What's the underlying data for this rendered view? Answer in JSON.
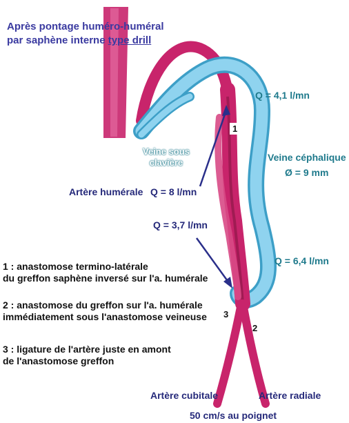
{
  "title": {
    "line1": "Après pontage huméro-huméral",
    "line2_prefix": "par saphène interne ",
    "line2_underlined": "type drill"
  },
  "labels": {
    "q_top": "Q = 4,1 l/mn",
    "veine_sous_claviere_1": "Veine sous",
    "veine_sous_claviere_2": "clavière",
    "veine_cephalique": "Veine céphalique",
    "diametre": "Ø = 9 mm",
    "artere_humerale": "Artère humérale",
    "q_humerale": "Q = 8 l/mn",
    "q_mid": "Q = 3,7 l/mn",
    "q_right": "Q = 6,4 l/mn",
    "artere_cubitale": "Artère cubitale",
    "artere_radiale": "Artère radiale",
    "vitesse": "50 cm/s au poignet"
  },
  "markers": {
    "m1": "1",
    "m2": "2",
    "m3": "3"
  },
  "legend": [
    {
      "line1": "1 : anastomose termino-latérale",
      "line2": "du greffon saphène inversé sur l'a. humérale"
    },
    {
      "line1": "2 : anastomose du greffon sur l'a. humérale",
      "line2": "immédiatement sous l'anastomose veineuse"
    },
    {
      "line1": "3 : ligature de l'artère juste en amont",
      "line2": "de l'anastomose greffon"
    }
  ],
  "colors": {
    "artery": "#c8246b",
    "artery_dark": "#8e1848",
    "vein": "#8fd3ef",
    "vein_outline": "#3d9fc7",
    "arrow": "#2a2f8a"
  }
}
